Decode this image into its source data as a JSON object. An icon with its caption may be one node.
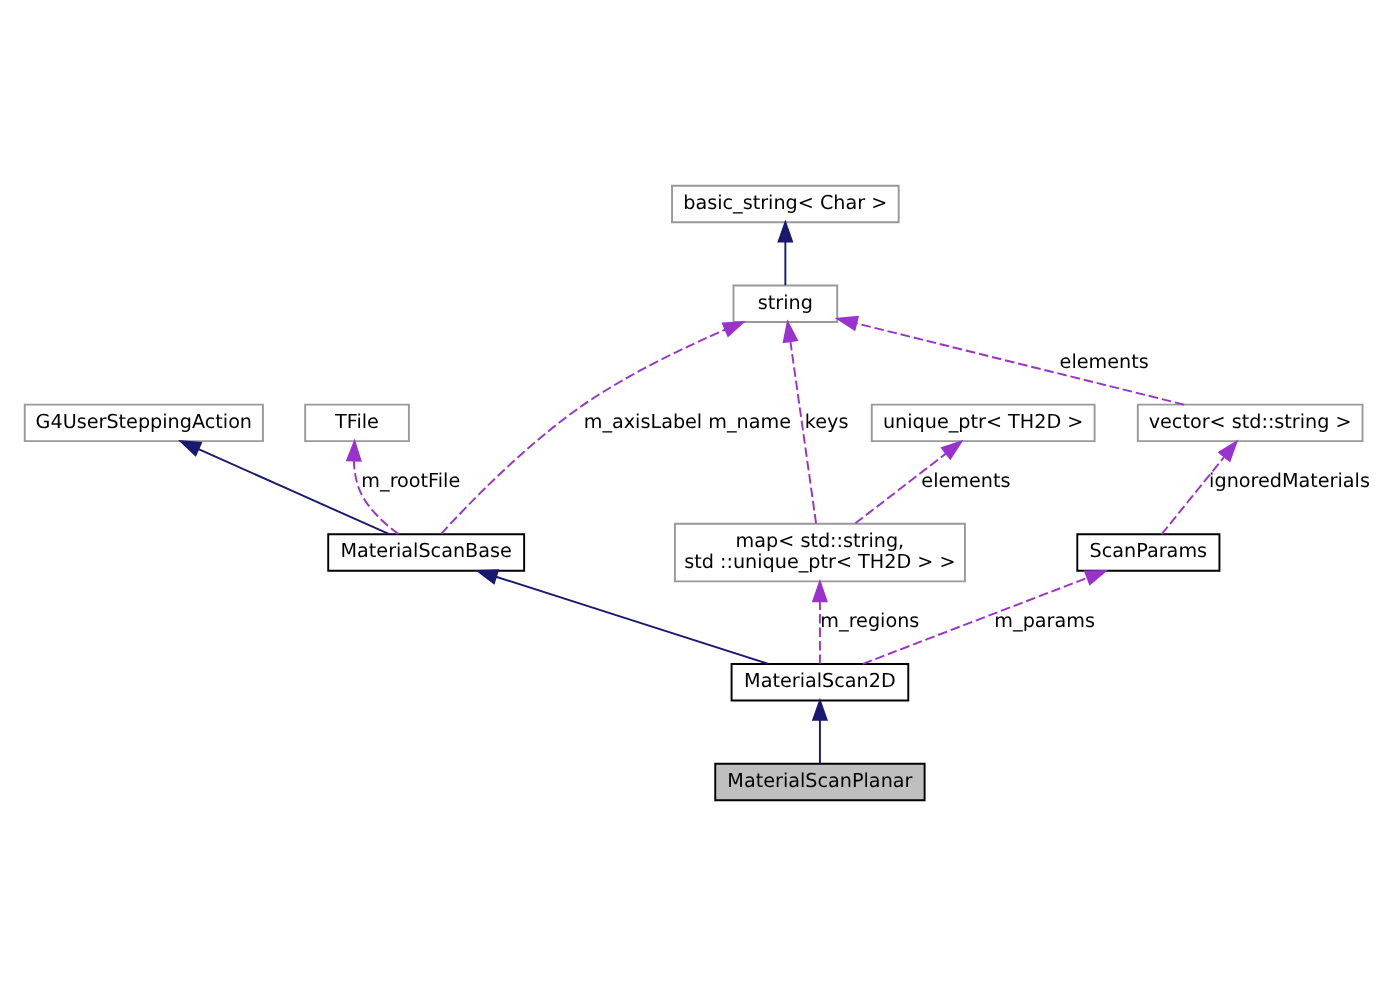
{
  "diagram": {
    "nodes": [
      {
        "text": [
          "basic_string< Char >"
        ]
      },
      {
        "text": [
          "G4UserSteppingAction"
        ]
      },
      {
        "text": [
          "TFile"
        ]
      },
      {
        "text": [
          "string"
        ]
      },
      {
        "text": [
          "unique_ptr< TH2D >"
        ]
      },
      {
        "text": [
          "MaterialScanBase"
        ]
      },
      {
        "text": [
          "vector< std::string >"
        ]
      },
      {
        "text": [
          "map< std::string, std ::unique_ptr< TH2D > >"
        ]
      },
      {
        "text": [
          "ScanParams"
        ]
      },
      {
        "text": [
          "MaterialScan2D"
        ]
      },
      {
        "text": [
          "MaterialScanPlanar"
        ]
      }
    ],
    "edges": [
      {
        "from": 3,
        "to": 0,
        "arrow": "to",
        "color": "#191970"
      },
      {
        "from": 5,
        "to": 1,
        "arrow": "to",
        "color": "#191970"
      },
      {
        "from": 5,
        "to": 2,
        "arrow": "to",
        "style": "dashed",
        "color": "#9a32cd",
        "label": "m_rootFile"
      },
      {
        "from": 5,
        "to": 3,
        "arrow": "to",
        "style": "dashed",
        "color": "#9a32cd",
        "label": "m_axisLabel m_name"
      },
      {
        "from": 6,
        "to": 3,
        "arrow": "to",
        "style": "dashed",
        "color": "#9a32cd",
        "label": "elements"
      },
      {
        "from": 7,
        "to": 3,
        "arrow": "to",
        "style": "dashed",
        "color": "#9a32cd",
        "label": "keys"
      },
      {
        "from": 7,
        "to": 4,
        "arrow": "to",
        "style": "dashed",
        "color": "#9a32cd",
        "label": "elements"
      },
      {
        "from": 9,
        "to": 5,
        "arrow": "to",
        "color": "#191970"
      },
      {
        "from": 8,
        "to": 6,
        "arrow": "to",
        "style": "dashed",
        "color": "#9a32cd",
        "label": "ignoredMaterials"
      },
      {
        "from": 9,
        "to": 8,
        "arrow": "to",
        "style": "dashed",
        "color": "#9a32cd",
        "label": "m_params"
      },
      {
        "from": 9,
        "to": 7,
        "arrow": "to",
        "style": "dashed",
        "color": "#9a32cd",
        "label": "m_regions"
      },
      {
        "from": 10,
        "to": 9,
        "arrow": "to",
        "color": "#191970"
      }
    ]
  }
}
